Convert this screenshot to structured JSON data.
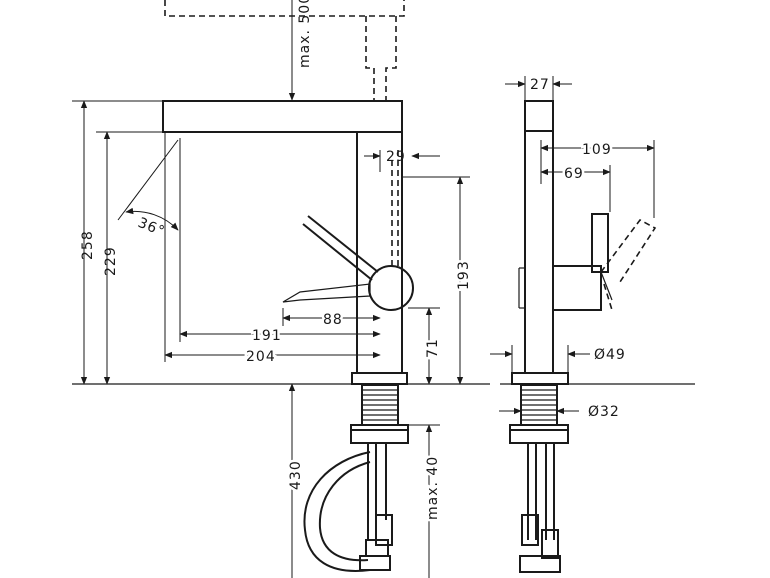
{
  "dimensions": {
    "max500": "max. 500",
    "d258": "258",
    "d229": "229",
    "d36": "36°",
    "d191": "191",
    "d204": "204",
    "d88": "88",
    "d71": "71",
    "d193": "193",
    "d29": "29",
    "d430": "430",
    "max40": "max. 40",
    "d27": "27",
    "d109": "109",
    "d69": "69",
    "d49": "Ø49",
    "d32": "Ø32"
  },
  "colors": {
    "line": "#1a1a1a",
    "background": "#ffffff"
  }
}
